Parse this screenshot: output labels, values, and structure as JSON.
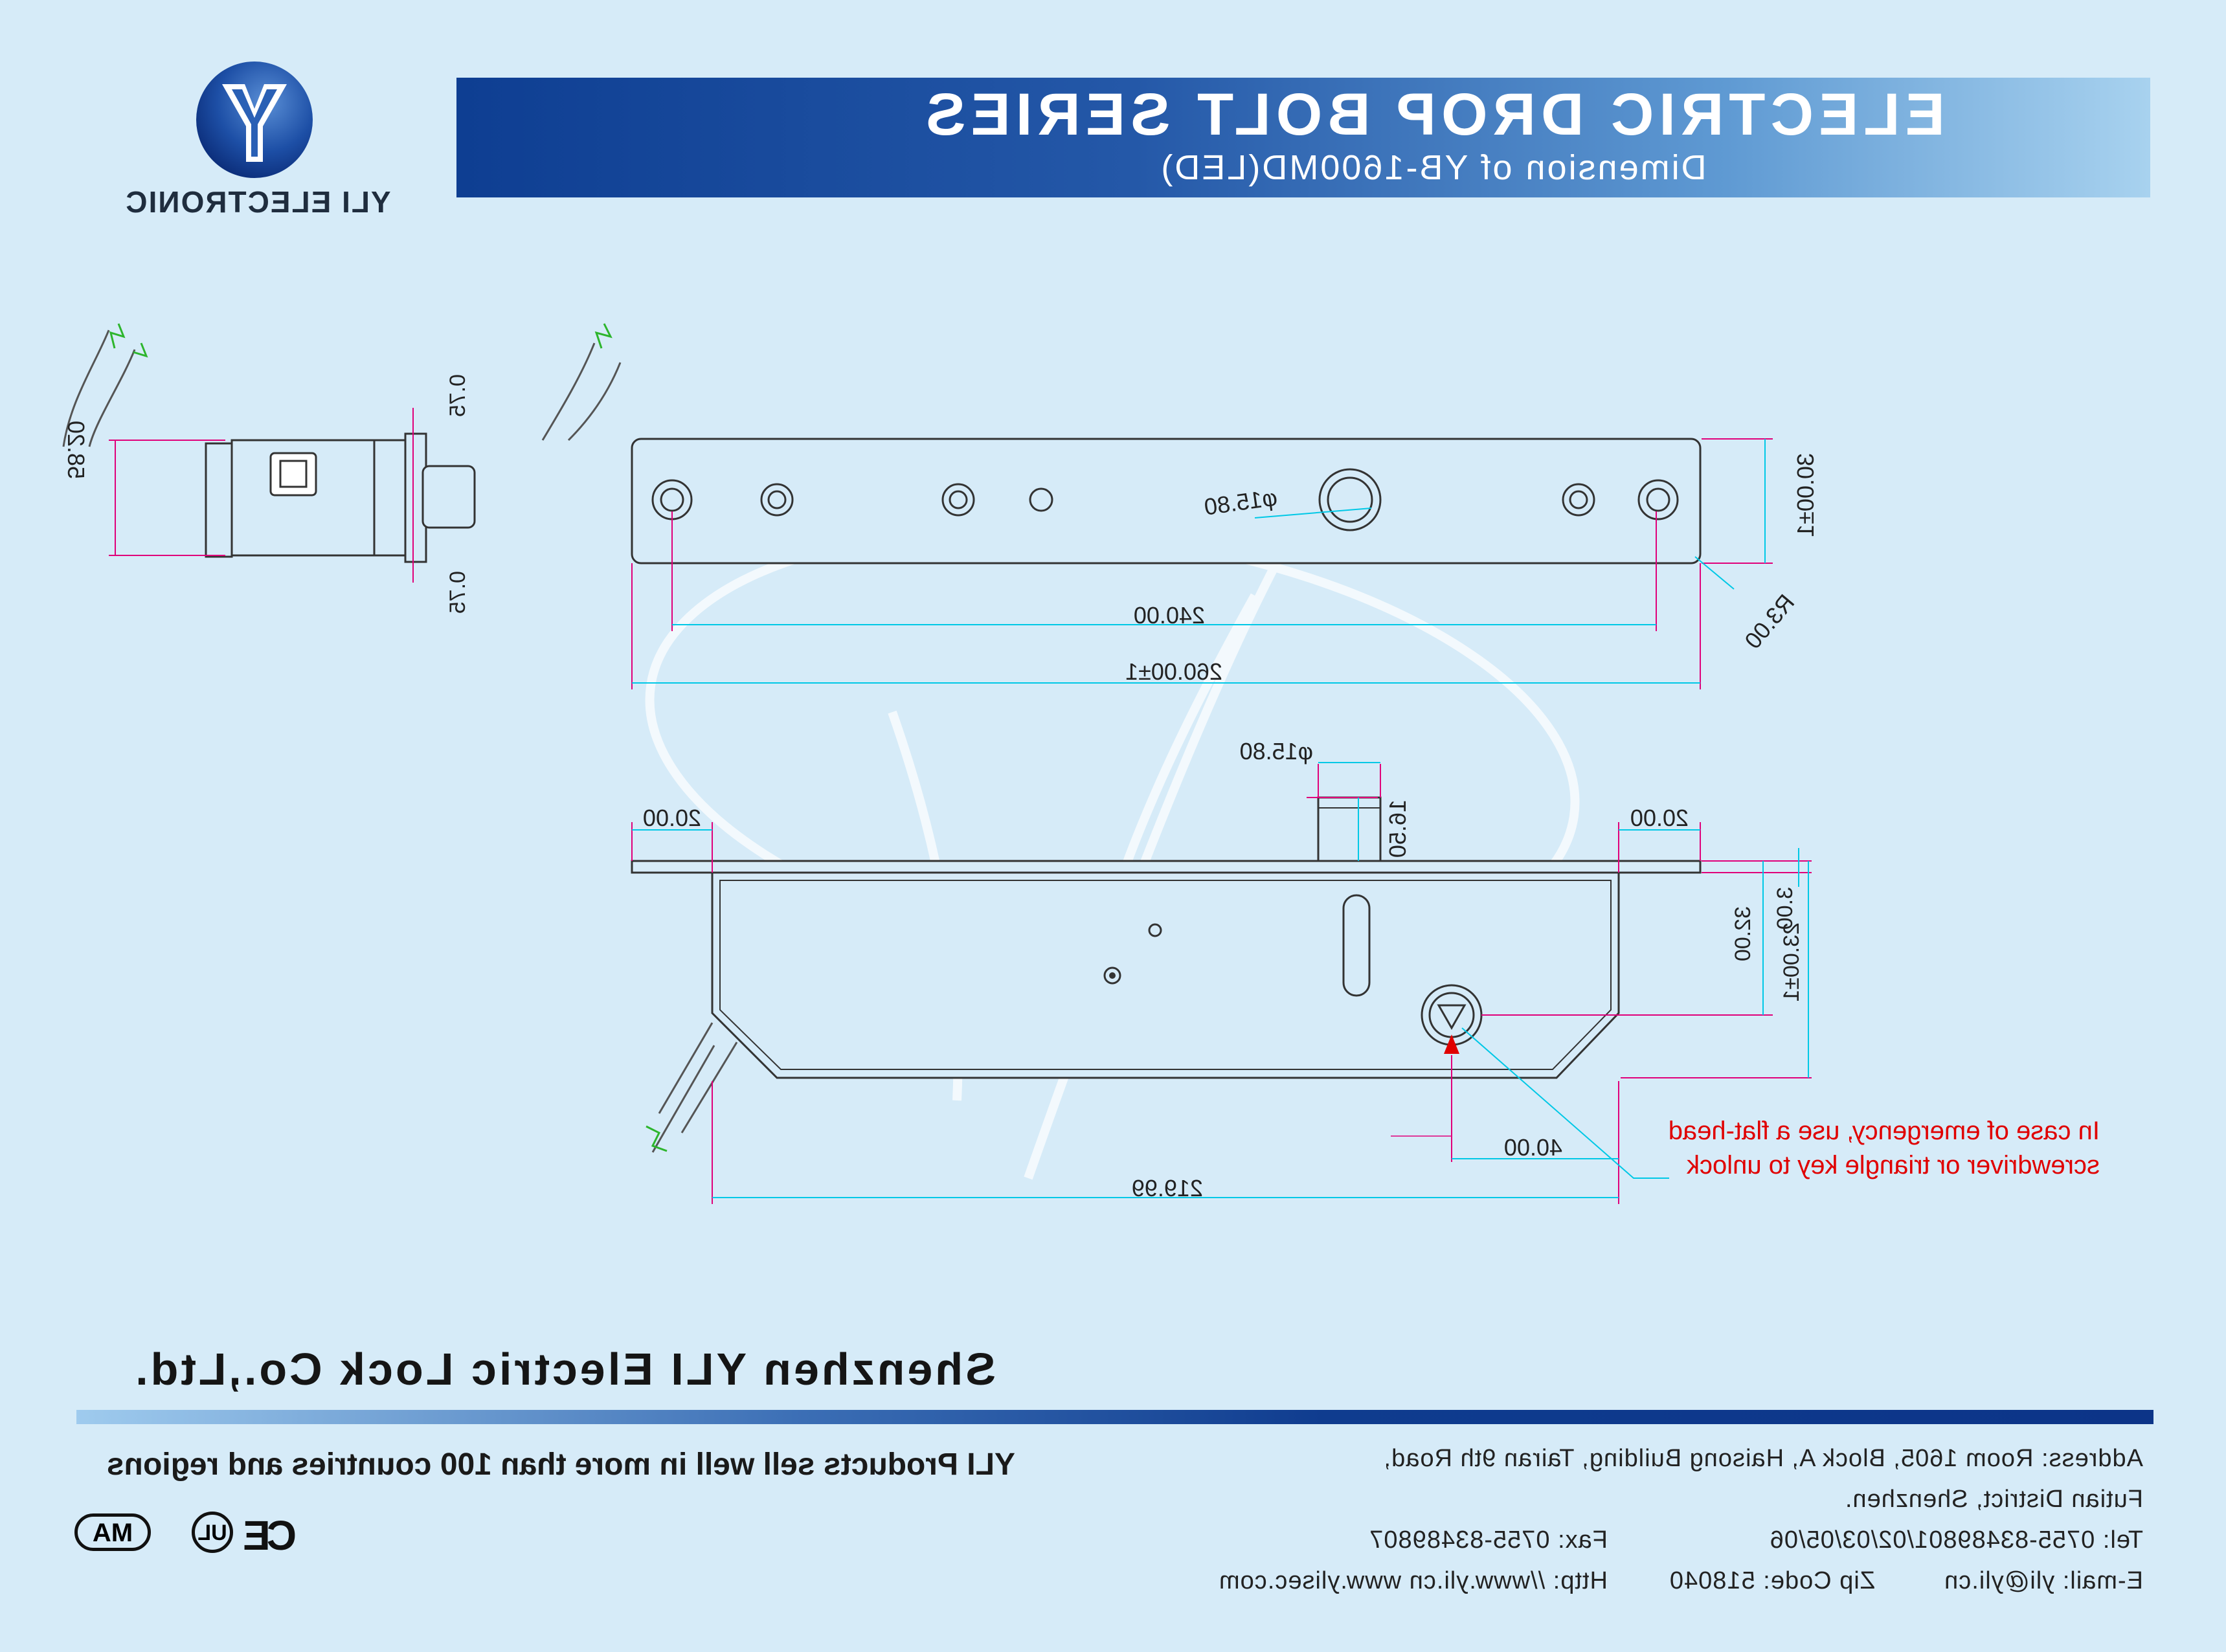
{
  "header": {
    "title": "ELECTRIC DROP BOLT SERIES",
    "subtitle": "Dimension of YB-1600MD(LED)",
    "logo_text": "YLI ELECTRONIC"
  },
  "side_view": {
    "height_label": "58.20",
    "top_offset_label": "0.75",
    "bottom_offset_label": "0.75"
  },
  "top_view": {
    "bolt_dia_label": "φ15.80",
    "hole_spacing_label": "240.00",
    "length_label": "260.00±1",
    "width_label": "30.00±1",
    "radius_label": "R3.00"
  },
  "front_view": {
    "bolt_dia_label": "φ15.80",
    "bolt_height_label": "16.50",
    "left_flange_label": "20.00",
    "right_flange_label": "20.00",
    "plate_label": "3.00",
    "keyhole_height_label": "32.00",
    "depth_label": "23.00±1",
    "key_offset_label": "40.00",
    "body_length_label": "219.99",
    "note_line1": "In case of emergency, use a flat-head",
    "note_line2": "screwdriver or triangle key to unlock"
  },
  "footer": {
    "company": "Shenzhen YLI Electric Lock Co.,Ltd.",
    "address_line1": "Address: Room 1605, Block A, Haisong Building, Tairan 9th Road,",
    "address_line2": "Futian District, Shenzhen.",
    "tel": "Tel: 0755-83489801/02/03/05/06",
    "fax": "Fax: 0755-83489807",
    "email": "E-mail: yli@yli.cn",
    "zip": "Zip Code: 518040",
    "http": "Http: //www.yli.cn   www.ylisec.com",
    "slogan": "YLI Products sell well in more than 100 countries and regions",
    "cert_ce": "CE",
    "cert_ul": "UL",
    "cert_ma": "MA"
  },
  "colors": {
    "background": "#d6ebf8",
    "banner_dark": "#0e3e92",
    "dimension_cyan": "#00c8e6",
    "dimension_magenta": "#e0007a",
    "note_red": "#e00000",
    "wire_green": "#2db52d"
  }
}
